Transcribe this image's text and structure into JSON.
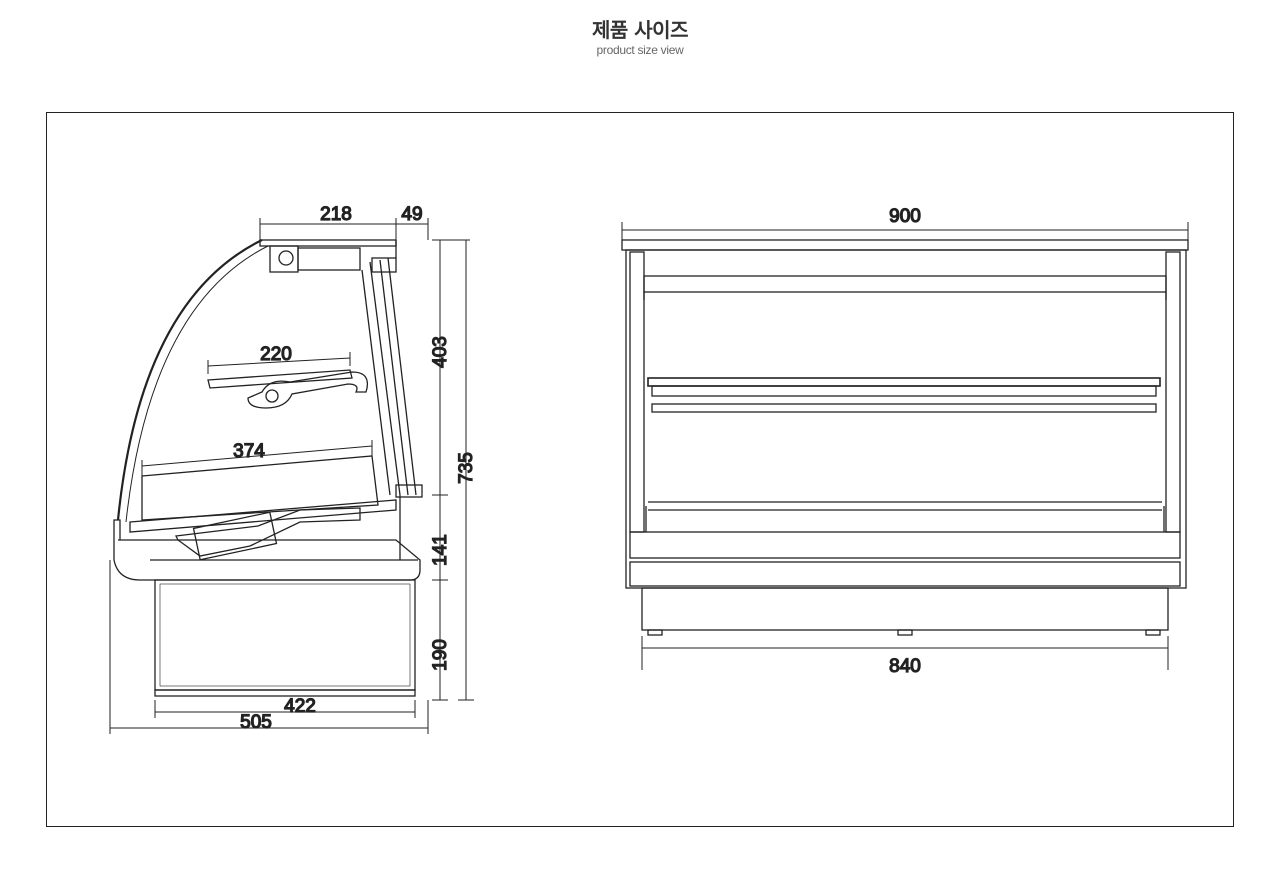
{
  "header": {
    "title": "제품 사이즈",
    "subtitle": "product size view"
  },
  "side_view": {
    "dims": {
      "top_depth": "218",
      "top_offset": "49",
      "shelf_depth": "220",
      "upper_height": "403",
      "deck_depth": "374",
      "total_height": "735",
      "mid_height": "141",
      "base_height": "190",
      "base_depth": "422",
      "total_depth": "505"
    }
  },
  "front_view": {
    "dims": {
      "total_width": "900",
      "base_width": "840"
    }
  },
  "colors": {
    "line": "#222222",
    "thin_line": "#444444"
  }
}
